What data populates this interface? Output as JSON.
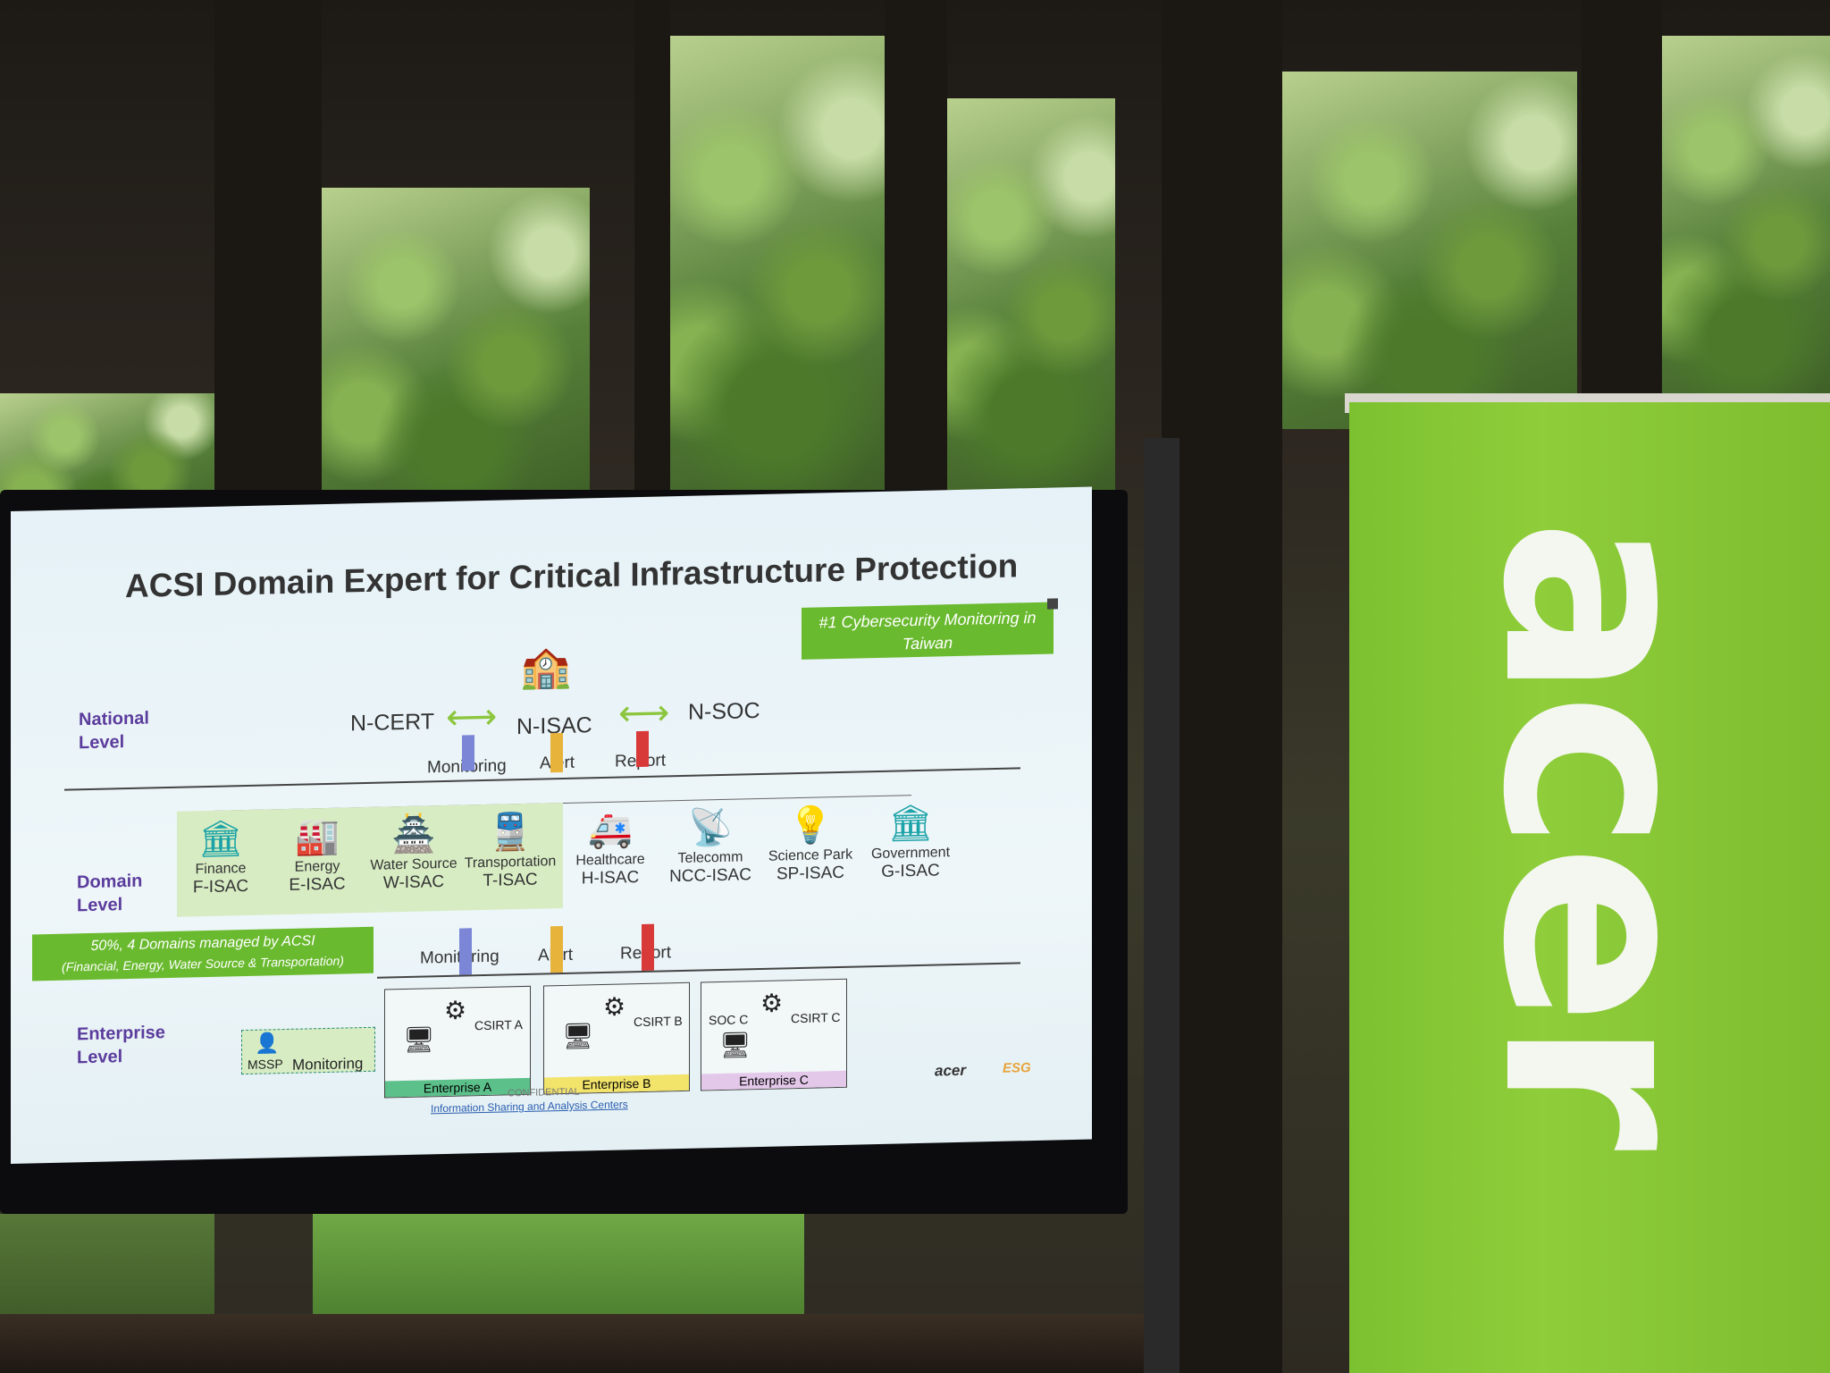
{
  "slide": {
    "title": "ACSI Domain Expert for Critical Infrastructure Protection",
    "badge": "#1 Cybersecurity Monitoring in Taiwan",
    "levels": {
      "national": "National Level",
      "domain": "Domain Level",
      "enterprise": "Enterprise Level"
    },
    "national": {
      "left": "N-CERT",
      "center": "N-ISAC",
      "right": "N-SOC"
    },
    "flows_top": {
      "monitoring": "Monitoring",
      "alert": "Alert",
      "report": "Report"
    },
    "flows_bottom": {
      "monitoring": "Monitoring",
      "alert": "Alert",
      "report": "Report"
    },
    "domains": [
      {
        "name": "Finance",
        "code": "F-ISAC",
        "icon": "bank-icon"
      },
      {
        "name": "Energy",
        "code": "E-ISAC",
        "icon": "power-plant-icon"
      },
      {
        "name": "Water Source",
        "code": "W-ISAC",
        "icon": "water-plant-icon"
      },
      {
        "name": "Transportation",
        "code": "T-ISAC",
        "icon": "train-icon"
      },
      {
        "name": "Healthcare",
        "code": "H-ISAC",
        "icon": "ambulance-icon"
      },
      {
        "name": "Telecomm",
        "code": "NCC-ISAC",
        "icon": "satellite-dish-icon"
      },
      {
        "name": "Science Park",
        "code": "SP-ISAC",
        "icon": "lightbulb-gear-icon"
      },
      {
        "name": "Government",
        "code": "G-ISAC",
        "icon": "government-building-icon"
      }
    ],
    "banner": {
      "line1": "50%, 4 Domains managed by ACSI",
      "line2": "(Financial, Energy, Water Source & Transportation)"
    },
    "enterprise": {
      "mssp": "MSSP",
      "mssp_flow": "Monitoring",
      "units": [
        {
          "csirt": "CSIRT A",
          "soc": "",
          "label": "Enterprise A",
          "color": "#5cc08a"
        },
        {
          "csirt": "CSIRT B",
          "soc": "",
          "label": "Enterprise B",
          "color": "#f2e36a"
        },
        {
          "csirt": "CSIRT C",
          "soc": "SOC C",
          "label": "Enterprise C",
          "color": "#e3c8ea"
        }
      ]
    },
    "footer": {
      "confidential": "CONFIDENTIAL",
      "link": "Information Sharing and Analysis Centers",
      "logo1": "acer",
      "logo2": "ESG"
    }
  },
  "banner_logo": "acer",
  "colors": {
    "badge_green": "#6aba2f",
    "level_purple": "#5b3c9c",
    "icon_teal": "#1ca3a7",
    "acer_green": "#83c333"
  }
}
